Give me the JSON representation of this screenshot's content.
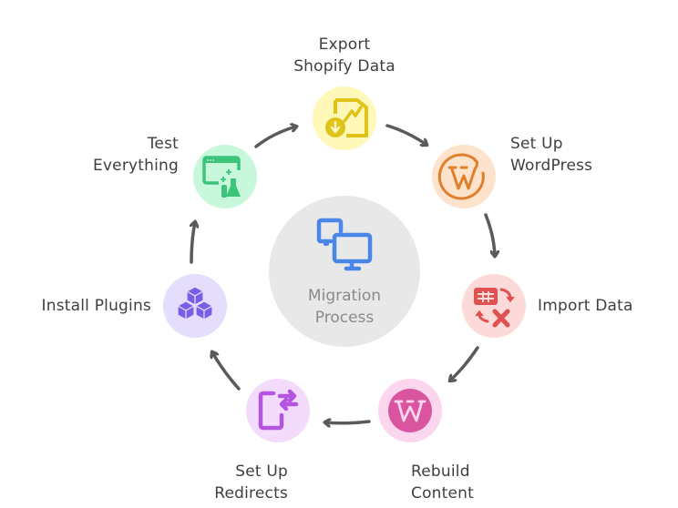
{
  "center": {
    "title_line1": "Migration",
    "title_line2": "Process",
    "icon": "computers-sync-icon",
    "circle_color": "#e8e8e8",
    "icon_color": "#4a86e8"
  },
  "steps": [
    {
      "id": "export",
      "line1": "Export",
      "line2": "Shopify Data",
      "icon": "file-chart-download-icon",
      "bg": "#fff8b8",
      "fg": "#e0c21a"
    },
    {
      "id": "wordpress",
      "line1": "Set Up",
      "line2": "WordPress",
      "icon": "wordpress-logo-icon",
      "bg": "#fde3cc",
      "fg": "#e07f2c"
    },
    {
      "id": "import",
      "line1": "Import Data",
      "line2": "",
      "icon": "table-excel-import-icon",
      "bg": "#fcdada",
      "fg": "#e05252"
    },
    {
      "id": "rebuild",
      "line1": "Rebuild",
      "line2": "Content",
      "icon": "wordpress-w-icon",
      "bg": "#fcd6ee",
      "fg": "#d9559f"
    },
    {
      "id": "redirects",
      "line1": "Set Up",
      "line2": "Redirects",
      "icon": "phone-redirect-arrows-icon",
      "bg": "#f3dcfb",
      "fg": "#b455e0"
    },
    {
      "id": "plugins",
      "line1": "Install Plugins",
      "line2": "",
      "icon": "cubes-icon",
      "bg": "#e4defc",
      "fg": "#7b5ee8"
    },
    {
      "id": "test",
      "line1": "Test",
      "line2": "Everything",
      "icon": "browser-lab-test-icon",
      "bg": "#c8f8dc",
      "fg": "#3cc47a"
    }
  ],
  "arrow_color": "#5a5a5a"
}
